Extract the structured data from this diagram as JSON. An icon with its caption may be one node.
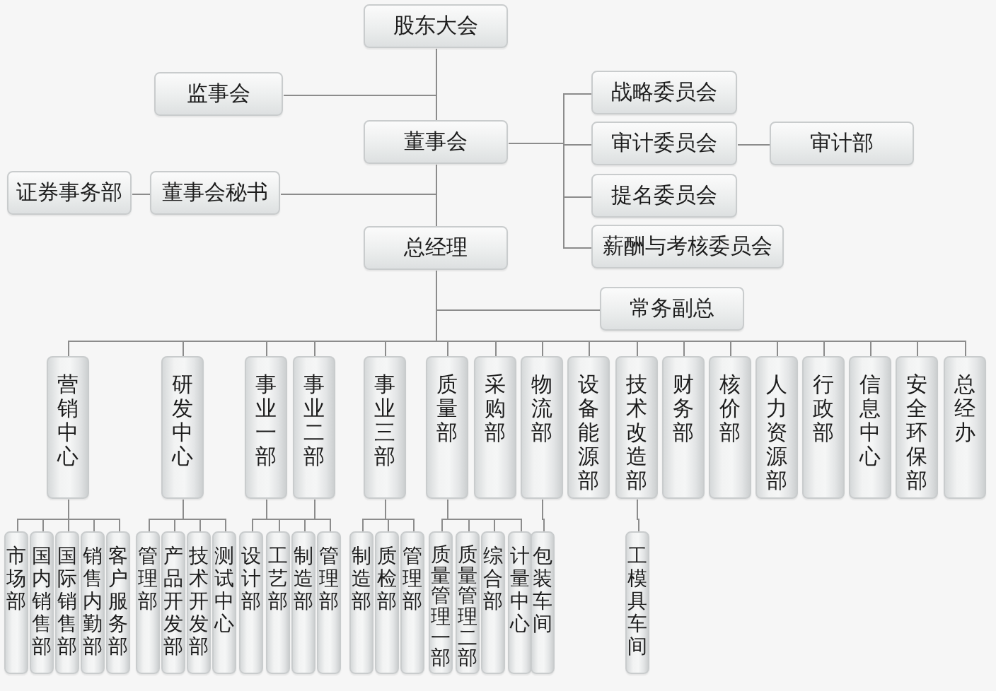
{
  "diagram": {
    "nodes": [
      {
        "text": [
          "股东大会"
        ]
      },
      {
        "text": [
          "监事会"
        ]
      },
      {
        "text": [
          "战略委员会"
        ]
      },
      {
        "text": [
          "董事会"
        ]
      },
      {
        "text": [
          "审计委员会"
        ]
      },
      {
        "text": [
          "审计部"
        ]
      },
      {
        "text": [
          "证券事务部"
        ]
      },
      {
        "text": [
          "董事会秘书"
        ]
      },
      {
        "text": [
          "提名委员会"
        ]
      },
      {
        "text": [
          "总经理"
        ]
      },
      {
        "text": [
          "薪酬与考核委员会"
        ]
      },
      {
        "text": [
          "常务副总"
        ]
      },
      {
        "text": [
          "营销中心"
        ]
      },
      {
        "text": [
          "研发中心"
        ]
      },
      {
        "text": [
          "事业一部"
        ]
      },
      {
        "text": [
          "事业二部"
        ]
      },
      {
        "text": [
          "事业三部"
        ]
      },
      {
        "text": [
          "质量部"
        ]
      },
      {
        "text": [
          "采购部"
        ]
      },
      {
        "text": [
          "物流部"
        ]
      },
      {
        "text": [
          "设备能源部"
        ]
      },
      {
        "text": [
          "技术改造部"
        ]
      },
      {
        "text": [
          "财务部"
        ]
      },
      {
        "text": [
          "核价部"
        ]
      },
      {
        "text": [
          "人力资源部"
        ]
      },
      {
        "text": [
          "行政部"
        ]
      },
      {
        "text": [
          "信息中心"
        ]
      },
      {
        "text": [
          "安全环保部"
        ]
      },
      {
        "text": [
          "总经办"
        ]
      },
      {
        "text": [
          "市场部"
        ]
      },
      {
        "text": [
          "国内销售部"
        ]
      },
      {
        "text": [
          "国际销售部"
        ]
      },
      {
        "text": [
          "销售内勤部"
        ]
      },
      {
        "text": [
          "客户服务部"
        ]
      },
      {
        "text": [
          "管理部"
        ]
      },
      {
        "text": [
          "产品开发部"
        ]
      },
      {
        "text": [
          "技术开发部"
        ]
      },
      {
        "text": [
          "测试中心"
        ]
      },
      {
        "text": [
          "设计部"
        ]
      },
      {
        "text": [
          "工艺部"
        ]
      },
      {
        "text": [
          "制造部"
        ]
      },
      {
        "text": [
          "管理部"
        ]
      },
      {
        "text": [
          "制造部"
        ]
      },
      {
        "text": [
          "质检部"
        ]
      },
      {
        "text": [
          "管理部"
        ]
      },
      {
        "text": [
          "质量管理一部"
        ]
      },
      {
        "text": [
          "质量管理二部"
        ]
      },
      {
        "text": [
          "综合部"
        ]
      },
      {
        "text": [
          "计量中心"
        ]
      },
      {
        "text": [
          "包装车间"
        ]
      },
      {
        "text": [
          "工模具车间"
        ]
      }
    ],
    "edges": [
      {
        "from": 0,
        "to": 1,
        "arrow": "none"
      },
      {
        "from": 0,
        "to": 3,
        "arrow": "none"
      },
      {
        "from": 3,
        "to": 2,
        "arrow": "none"
      },
      {
        "from": 3,
        "to": 4,
        "arrow": "none"
      },
      {
        "from": 3,
        "to": 8,
        "arrow": "none"
      },
      {
        "from": 3,
        "to": 10,
        "arrow": "none"
      },
      {
        "from": 4,
        "to": 5,
        "arrow": "none"
      },
      {
        "from": 3,
        "to": 7,
        "arrow": "none"
      },
      {
        "from": 7,
        "to": 6,
        "arrow": "none"
      },
      {
        "from": 3,
        "to": 9,
        "arrow": "none"
      },
      {
        "from": 9,
        "to": 11,
        "arrow": "none"
      },
      {
        "from": 9,
        "to": 12,
        "arrow": "none"
      },
      {
        "from": 9,
        "to": 13,
        "arrow": "none"
      },
      {
        "from": 9,
        "to": 14,
        "arrow": "none"
      },
      {
        "from": 9,
        "to": 15,
        "arrow": "none"
      },
      {
        "from": 9,
        "to": 16,
        "arrow": "none"
      },
      {
        "from": 9,
        "to": 17,
        "arrow": "none"
      },
      {
        "from": 9,
        "to": 18,
        "arrow": "none"
      },
      {
        "from": 9,
        "to": 19,
        "arrow": "none"
      },
      {
        "from": 9,
        "to": 20,
        "arrow": "none"
      },
      {
        "from": 9,
        "to": 21,
        "arrow": "none"
      },
      {
        "from": 9,
        "to": 22,
        "arrow": "none"
      },
      {
        "from": 9,
        "to": 23,
        "arrow": "none"
      },
      {
        "from": 9,
        "to": 24,
        "arrow": "none"
      },
      {
        "from": 9,
        "to": 25,
        "arrow": "none"
      },
      {
        "from": 9,
        "to": 26,
        "arrow": "none"
      },
      {
        "from": 9,
        "to": 27,
        "arrow": "none"
      },
      {
        "from": 9,
        "to": 28,
        "arrow": "none"
      },
      {
        "from": 12,
        "to": 29,
        "arrow": "none"
      },
      {
        "from": 12,
        "to": 30,
        "arrow": "none"
      },
      {
        "from": 12,
        "to": 31,
        "arrow": "none"
      },
      {
        "from": 12,
        "to": 32,
        "arrow": "none"
      },
      {
        "from": 12,
        "to": 33,
        "arrow": "none"
      },
      {
        "from": 13,
        "to": 34,
        "arrow": "none"
      },
      {
        "from": 13,
        "to": 35,
        "arrow": "none"
      },
      {
        "from": 13,
        "to": 36,
        "arrow": "none"
      },
      {
        "from": 13,
        "to": 37,
        "arrow": "none"
      },
      {
        "from": 14,
        "to": 38,
        "arrow": "none"
      },
      {
        "from": 14,
        "to": 39,
        "arrow": "none"
      },
      {
        "from": 14,
        "to": 40,
        "arrow": "none"
      },
      {
        "from": 14,
        "to": 41,
        "arrow": "none"
      },
      {
        "from": 15,
        "to": 38,
        "arrow": "none"
      },
      {
        "from": 15,
        "to": 39,
        "arrow": "none"
      },
      {
        "from": 15,
        "to": 40,
        "arrow": "none"
      },
      {
        "from": 15,
        "to": 41,
        "arrow": "none"
      },
      {
        "from": 16,
        "to": 42,
        "arrow": "none"
      },
      {
        "from": 16,
        "to": 43,
        "arrow": "none"
      },
      {
        "from": 16,
        "to": 44,
        "arrow": "none"
      },
      {
        "from": 17,
        "to": 45,
        "arrow": "none"
      },
      {
        "from": 17,
        "to": 46,
        "arrow": "none"
      },
      {
        "from": 17,
        "to": 47,
        "arrow": "none"
      },
      {
        "from": 17,
        "to": 48,
        "arrow": "none"
      },
      {
        "from": 19,
        "to": 49,
        "arrow": "none"
      },
      {
        "from": 21,
        "to": 50,
        "arrow": "none"
      }
    ]
  }
}
